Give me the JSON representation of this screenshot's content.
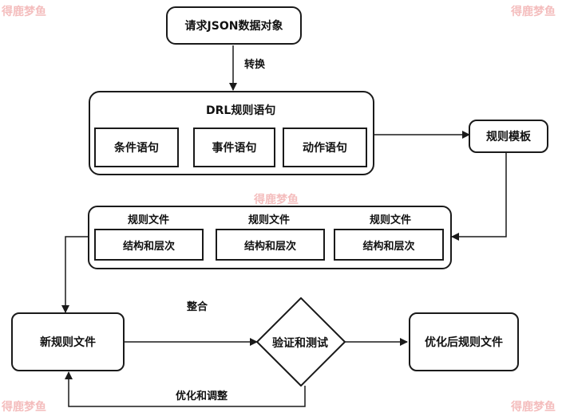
{
  "watermark": "得鹿梦鱼",
  "nodes": {
    "request_json": "请求JSON数据对象",
    "drl_group_title": "DRL规则语句",
    "condition": "条件语句",
    "event": "事件语句",
    "action": "动作语句",
    "rule_template": "规则模板",
    "rule_files": [
      {
        "title": "规则文件",
        "content": "结构和层次"
      },
      {
        "title": "规则文件",
        "content": "结构和层次"
      },
      {
        "title": "规则文件",
        "content": "结构和层次"
      }
    ],
    "new_rule_file": "新规则文件",
    "verify_test": "验证和测试",
    "optimized_rule_file": "优化后规则文件"
  },
  "edges": {
    "convert": "转换",
    "integrate": "整合",
    "optimize_adjust": "优化和调整"
  }
}
